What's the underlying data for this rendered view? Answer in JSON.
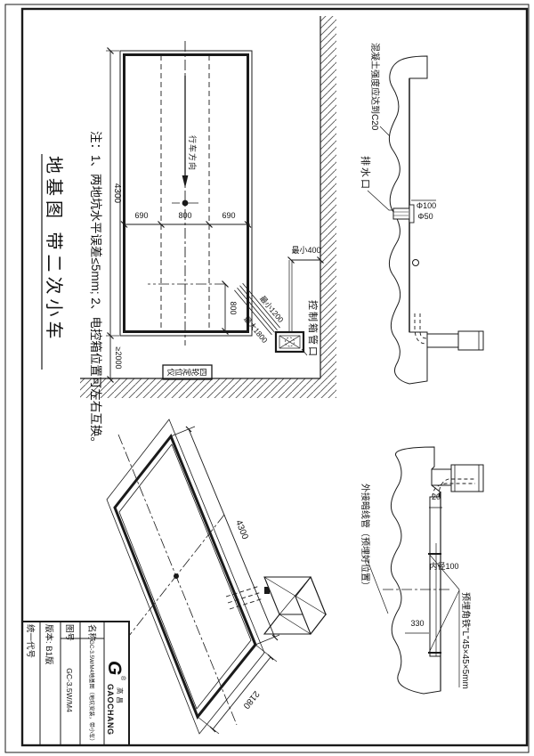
{
  "notes": {
    "note_line": "注：1、两地坑水平误差≤5mm; 2、电控箱位置可左右互换。",
    "drawing_title": "地基图 带二次小车"
  },
  "plan": {
    "length_dim": "4300",
    "width_dims": [
      "690",
      "800",
      "690"
    ],
    "wall_clearance_dim": "≥2000",
    "end_offset_dim": "800",
    "min_wall_dim": "最小400",
    "conduit_min_dim": "最小1200",
    "conduit_max_dim": "最大1800",
    "drive_direction": "行车方向",
    "aligner_label": "四轮定位仪",
    "conduit_port_label": "控制箱管口"
  },
  "section_side": {
    "concrete_note": "混凝土强度应达到C20",
    "drain_label": "排水口",
    "drain_dia_outer": "Φ100",
    "drain_dia_inner": "Φ50"
  },
  "section_detail": {
    "cover_dim": "20",
    "bore_dim": "内径100",
    "depth_dim": "330",
    "angle_iron_note": "预埋角铁\"L\"45×45×5mm",
    "conduit_note": "外接暗线管（预埋好位置）"
  },
  "iso": {
    "length_dim": "4300",
    "width_dim": "2180"
  },
  "title_block": {
    "brand_cn": "高昌",
    "brand_en": "GAOCHANG",
    "reg_mark": "®",
    "name_label": "名称",
    "name_value": "GC-3.5W/M4地基图（地坑安装，带小车）",
    "drawing_no_label": "图号",
    "drawing_no_value": "GC-3.5W/M4",
    "version": "版本: B1版",
    "unified_code_label": "统一代号"
  },
  "colors": {
    "ink": "#1a1a1a"
  }
}
